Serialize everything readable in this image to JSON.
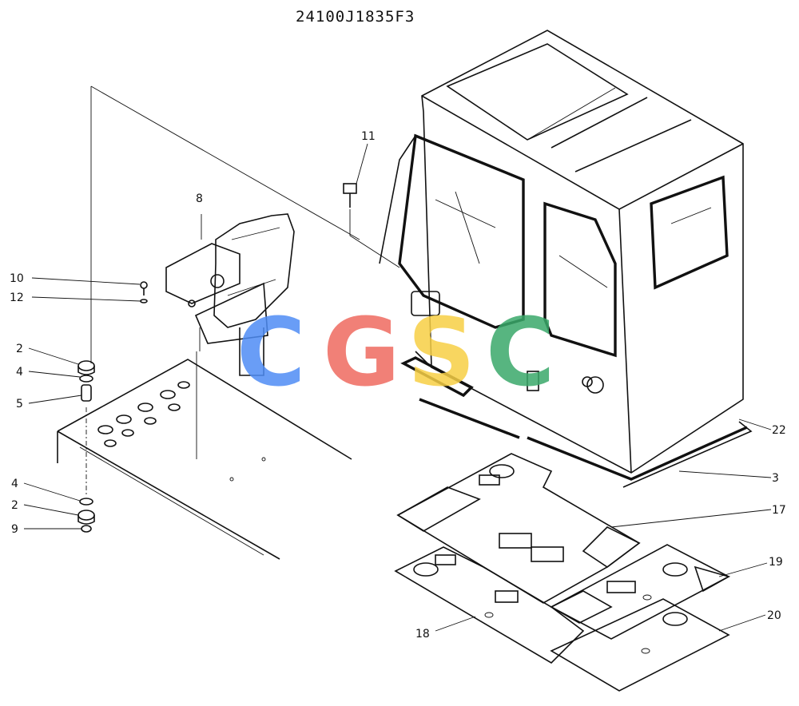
{
  "drawing_number": "24100J1835F3",
  "watermark": {
    "letters": [
      "C",
      "G",
      "S",
      "C"
    ],
    "colors": [
      "#4f8df5",
      "#ef6a60",
      "#f7cf45",
      "#3aa96a"
    ]
  },
  "callouts": [
    {
      "label": "8"
    },
    {
      "label": "10"
    },
    {
      "label": "12"
    },
    {
      "label": "2"
    },
    {
      "label": "4"
    },
    {
      "label": "5"
    },
    {
      "label": "4"
    },
    {
      "label": "2"
    },
    {
      "label": "9"
    },
    {
      "label": "11"
    },
    {
      "label": "22"
    },
    {
      "label": "3"
    },
    {
      "label": "17"
    },
    {
      "label": "19"
    },
    {
      "label": "20"
    },
    {
      "label": "18"
    }
  ]
}
